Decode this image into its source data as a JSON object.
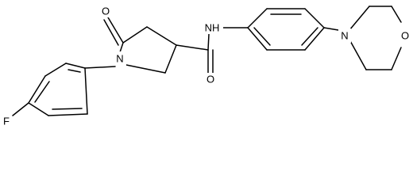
{
  "molecule": {
    "atoms": {
      "oxygen_carbonyl_ring": "O",
      "nitrogen_pyrrolidine": "N",
      "oxygen_amide": "O",
      "nitrogen_amide": "NH",
      "nitrogen_morpholine": "N",
      "oxygen_morpholine": "O",
      "fluorine": "F"
    },
    "colors": {
      "bond": "#000000",
      "label": "#000000",
      "background": "#ffffff"
    }
  }
}
